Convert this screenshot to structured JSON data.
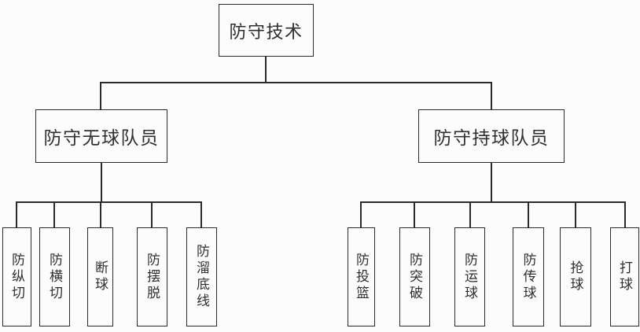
{
  "diagram": {
    "root": {
      "label": "防守技术"
    },
    "branches": [
      {
        "label": "防守无球队员",
        "children": [
          {
            "label": "防纵切"
          },
          {
            "label": "防横切"
          },
          {
            "label": "断球"
          },
          {
            "label": "防摆脱"
          },
          {
            "label": "防溜底线"
          }
        ]
      },
      {
        "label": "防守持球队员",
        "children": [
          {
            "label": "防投篮"
          },
          {
            "label": "防突破"
          },
          {
            "label": "防运球"
          },
          {
            "label": "防传球"
          },
          {
            "label": "抢球"
          },
          {
            "label": "打球"
          }
        ]
      }
    ],
    "colors": {
      "line": "#2b2b2b",
      "text": "#2f2f2f",
      "background": "#fcfcfc"
    }
  }
}
